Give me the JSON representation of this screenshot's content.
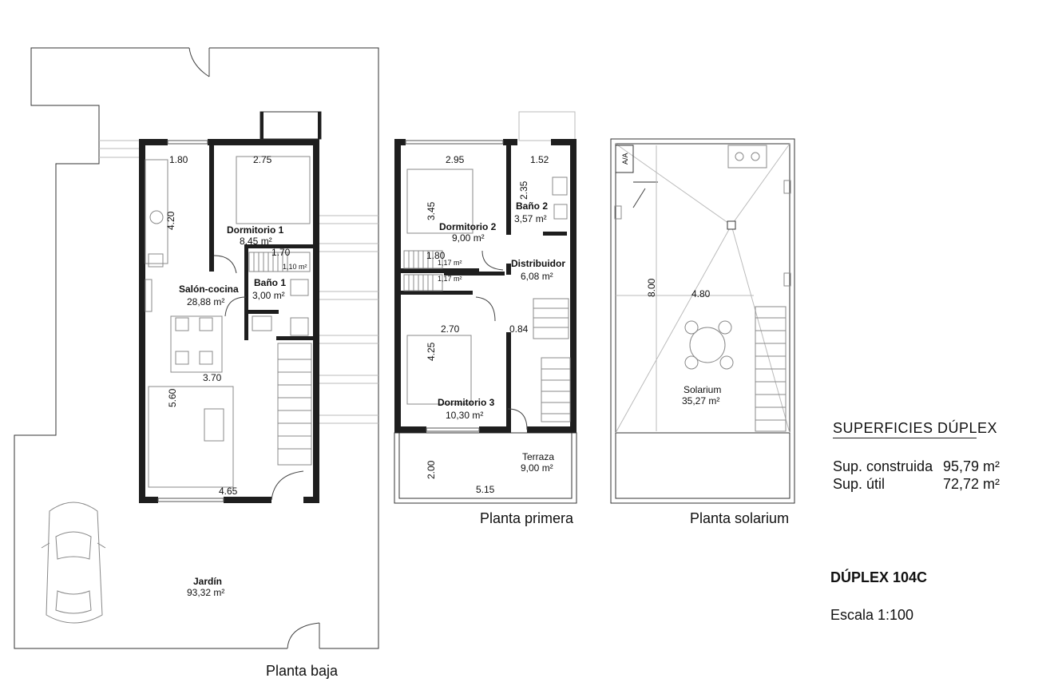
{
  "plans": {
    "ground": {
      "label": "Planta baja",
      "rooms": {
        "dormitorio1": {
          "name": "Dormitorio 1",
          "area": "8,45 m²"
        },
        "salon": {
          "name": "Salón-cocina",
          "area": "28,88 m²"
        },
        "bano1": {
          "name": "Baño 1",
          "area": "3,00 m²"
        },
        "jardin": {
          "name": "Jardín",
          "area": "93,32 m²"
        }
      },
      "closet_area": "1,10 m²",
      "dims": [
        "1.80",
        "2.75",
        "4.20",
        "1.70",
        "3.70",
        "5.60",
        "4.65"
      ]
    },
    "first": {
      "label": "Planta primera",
      "rooms": {
        "dormitorio2": {
          "name": "Dormitorio 2",
          "area": "9,00 m²"
        },
        "bano2": {
          "name": "Baño 2",
          "area": "3,57 m²"
        },
        "distribuidor": {
          "name": "Distribuidor",
          "area": "6,08 m²"
        },
        "dormitorio3": {
          "name": "Dormitorio 3",
          "area": "10,30 m²"
        },
        "terraza": {
          "name": "Terraza",
          "area": "9,00 m²"
        }
      },
      "closet_area_1": "1,17 m²",
      "closet_area_2": "1,17 m²",
      "dims": [
        "2.95",
        "1.52",
        "3.45",
        "2.35",
        "1.80",
        "2.70",
        "0.84",
        "4.25",
        "2.00",
        "5.15"
      ]
    },
    "solarium": {
      "label": "Planta solarium",
      "rooms": {
        "solarium": {
          "name": "Solarium",
          "area": "35,27 m²"
        }
      },
      "aa_label": "A/A",
      "dims": [
        "8.00",
        "4.80"
      ]
    }
  },
  "summary": {
    "heading": "SUPERFICIES DÚPLEX",
    "rows": [
      {
        "label": "Sup. construida",
        "value": "95,79 m²"
      },
      {
        "label": "Sup. útil",
        "value": "72,72 m²"
      }
    ],
    "title": "DÚPLEX 104C",
    "scale": "Escala 1:100"
  },
  "colors": {
    "wall": "#1e1e1e",
    "line": "#333333",
    "background": "#ffffff"
  }
}
